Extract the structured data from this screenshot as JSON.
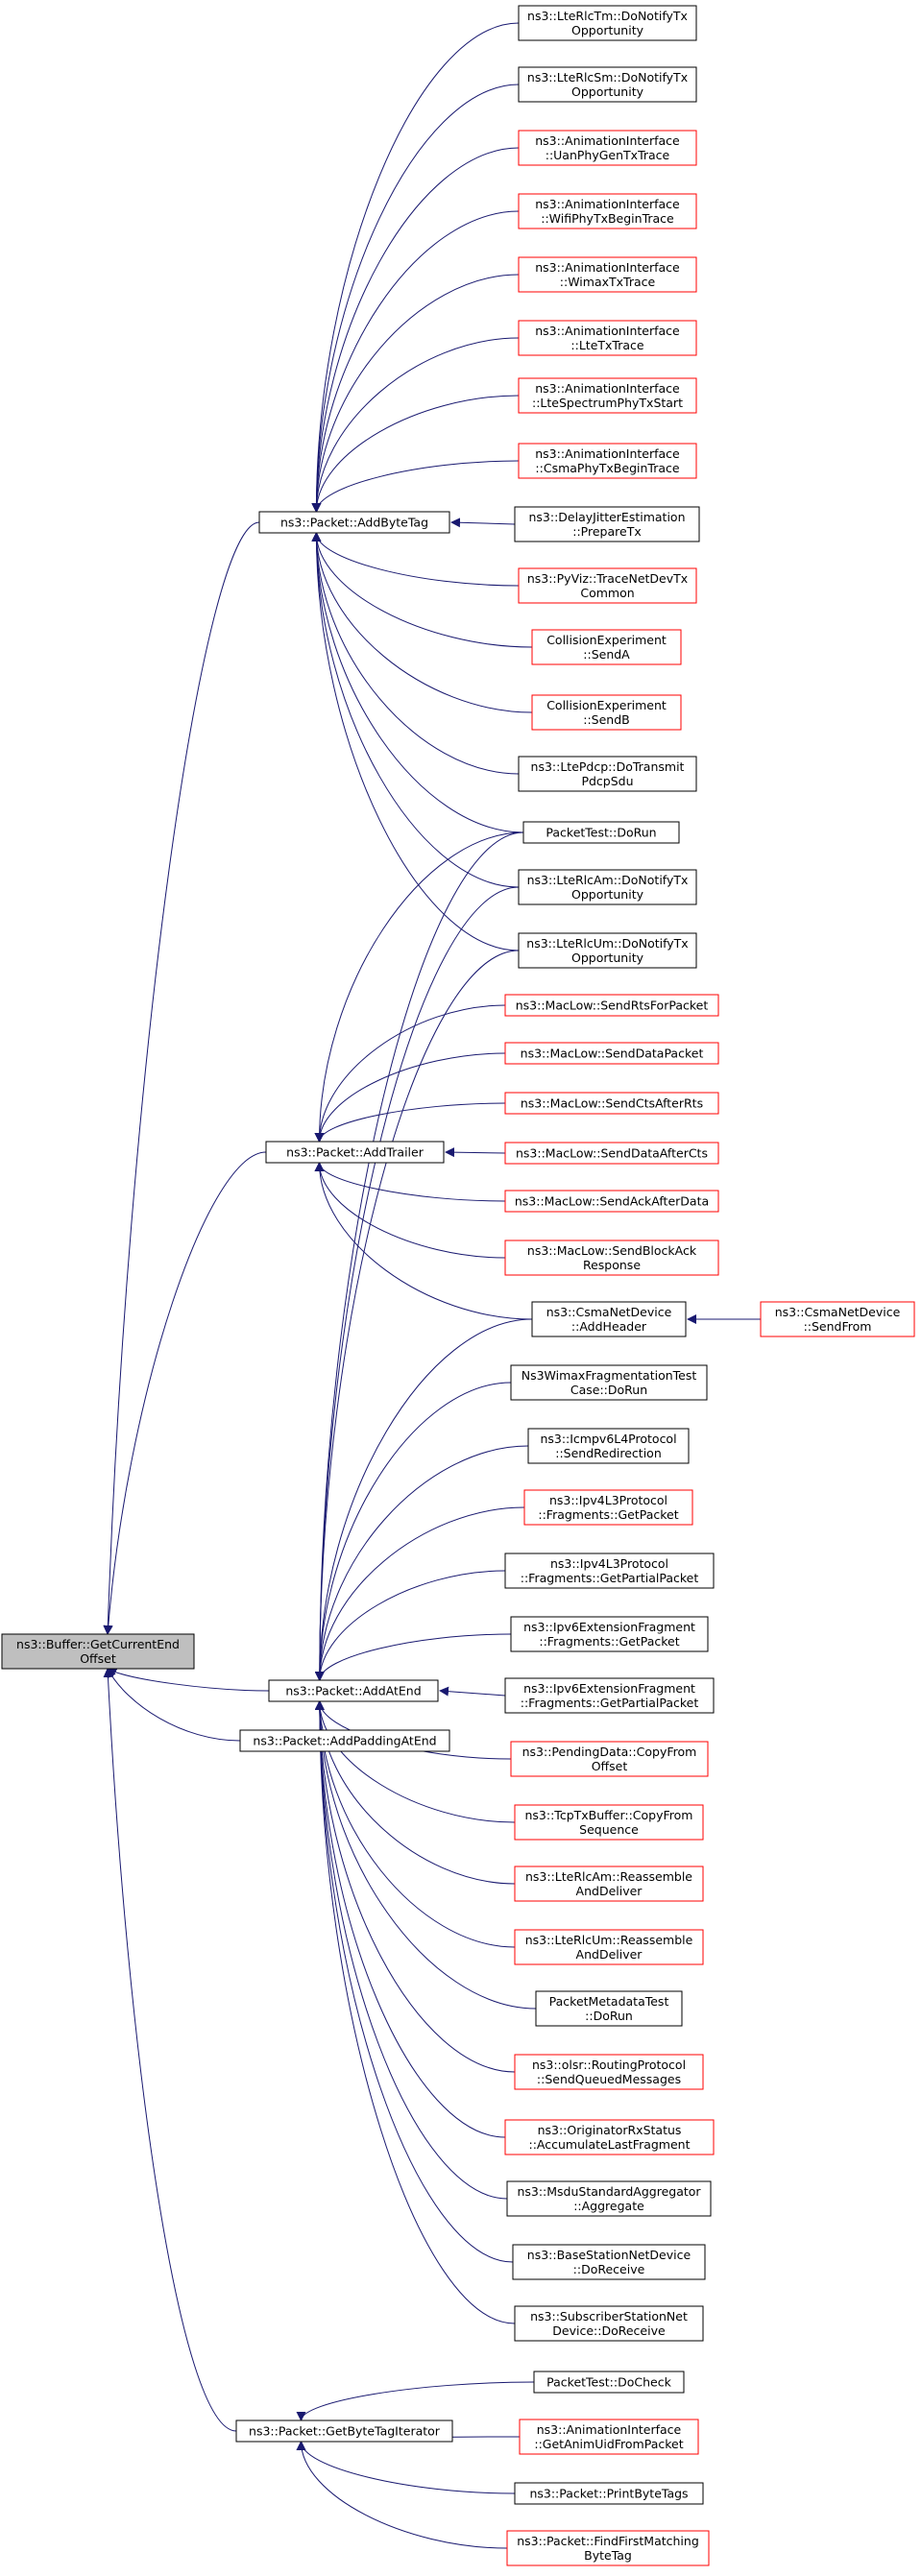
{
  "colors": {
    "edge": "#191970",
    "border_black": "#000000",
    "border_red": "#ff0000",
    "root_fill": "#bfbfbf",
    "node_fill": "#ffffff"
  },
  "root": {
    "id": "root",
    "lines": [
      "ns3::Buffer::GetCurrentEnd",
      "Offset"
    ]
  },
  "level1": [
    {
      "id": "addByteTag",
      "lines": [
        "ns3::Packet::AddByteTag"
      ]
    },
    {
      "id": "addTrailer",
      "lines": [
        "ns3::Packet::AddTrailer"
      ]
    },
    {
      "id": "addAtEnd",
      "lines": [
        "ns3::Packet::AddAtEnd"
      ]
    },
    {
      "id": "addPadding",
      "lines": [
        "ns3::Packet::AddPaddingAtEnd"
      ]
    },
    {
      "id": "getByteTagIter",
      "lines": [
        "ns3::Packet::GetByteTagIterator"
      ]
    }
  ],
  "callers": [
    {
      "id": "rlcTmNotify",
      "lines": [
        "ns3::LteRlcTm::DoNotifyTx",
        "Opportunity"
      ],
      "border": "black"
    },
    {
      "id": "rlcSmNotify",
      "lines": [
        "ns3::LteRlcSm::DoNotifyTx",
        "Opportunity"
      ],
      "border": "black"
    },
    {
      "id": "animUan",
      "lines": [
        "ns3::AnimationInterface",
        "::UanPhyGenTxTrace"
      ],
      "border": "red"
    },
    {
      "id": "animWifi",
      "lines": [
        "ns3::AnimationInterface",
        "::WifiPhyTxBeginTrace"
      ],
      "border": "red"
    },
    {
      "id": "animWimax",
      "lines": [
        "ns3::AnimationInterface",
        "::WimaxTxTrace"
      ],
      "border": "red"
    },
    {
      "id": "animLte",
      "lines": [
        "ns3::AnimationInterface",
        "::LteTxTrace"
      ],
      "border": "red"
    },
    {
      "id": "animLteSpec",
      "lines": [
        "ns3::AnimationInterface",
        "::LteSpectrumPhyTxStart"
      ],
      "border": "red"
    },
    {
      "id": "animCsma",
      "lines": [
        "ns3::AnimationInterface",
        "::CsmaPhyTxBeginTrace"
      ],
      "border": "red"
    },
    {
      "id": "delayJitter",
      "lines": [
        "ns3::DelayJitterEstimation",
        "::PrepareTx"
      ],
      "border": "black"
    },
    {
      "id": "pyViz",
      "lines": [
        "ns3::PyViz::TraceNetDevTx",
        "Common"
      ],
      "border": "red"
    },
    {
      "id": "collA",
      "lines": [
        "CollisionExperiment",
        "::SendA"
      ],
      "border": "red"
    },
    {
      "id": "collB",
      "lines": [
        "CollisionExperiment",
        "::SendB"
      ],
      "border": "red"
    },
    {
      "id": "ltePdcp",
      "lines": [
        "ns3::LtePdcp::DoTransmit",
        "PdcpSdu"
      ],
      "border": "black"
    },
    {
      "id": "packetTestRun",
      "lines": [
        "PacketTest::DoRun"
      ],
      "border": "black"
    },
    {
      "id": "rlcAmNotify",
      "lines": [
        "ns3::LteRlcAm::DoNotifyTx",
        "Opportunity"
      ],
      "border": "black"
    },
    {
      "id": "rlcUmNotify",
      "lines": [
        "ns3::LteRlcUm::DoNotifyTx",
        "Opportunity"
      ],
      "border": "black"
    },
    {
      "id": "macRts",
      "lines": [
        "ns3::MacLow::SendRtsForPacket"
      ],
      "border": "red"
    },
    {
      "id": "macData",
      "lines": [
        "ns3::MacLow::SendDataPacket"
      ],
      "border": "red"
    },
    {
      "id": "macCts",
      "lines": [
        "ns3::MacLow::SendCtsAfterRts"
      ],
      "border": "red"
    },
    {
      "id": "macDataCts",
      "lines": [
        "ns3::MacLow::SendDataAfterCts"
      ],
      "border": "red"
    },
    {
      "id": "macAck",
      "lines": [
        "ns3::MacLow::SendAckAfterData"
      ],
      "border": "red"
    },
    {
      "id": "macBlockAck",
      "lines": [
        "ns3::MacLow::SendBlockAck",
        "Response"
      ],
      "border": "red"
    },
    {
      "id": "csmaAddHeader",
      "lines": [
        "ns3::CsmaNetDevice",
        "::AddHeader"
      ],
      "border": "black"
    },
    {
      "id": "csmaSendFrom",
      "lines": [
        "ns3::CsmaNetDevice",
        "::SendFrom"
      ],
      "border": "red"
    },
    {
      "id": "wimaxFrag",
      "lines": [
        "Ns3WimaxFragmentationTest",
        "Case::DoRun"
      ],
      "border": "black"
    },
    {
      "id": "icmpv6",
      "lines": [
        "ns3::Icmpv6L4Protocol",
        "::SendRedirection"
      ],
      "border": "black"
    },
    {
      "id": "ipv4FragGet",
      "lines": [
        "ns3::Ipv4L3Protocol",
        "::Fragments::GetPacket"
      ],
      "border": "red"
    },
    {
      "id": "ipv4FragPartial",
      "lines": [
        "ns3::Ipv4L3Protocol",
        "::Fragments::GetPartialPacket"
      ],
      "border": "black"
    },
    {
      "id": "ipv6FragGet",
      "lines": [
        "ns3::Ipv6ExtensionFragment",
        "::Fragments::GetPacket"
      ],
      "border": "black"
    },
    {
      "id": "ipv6FragPartial",
      "lines": [
        "ns3::Ipv6ExtensionFragment",
        "::Fragments::GetPartialPacket"
      ],
      "border": "black"
    },
    {
      "id": "pendingCopy",
      "lines": [
        "ns3::PendingData::CopyFrom",
        "Offset"
      ],
      "border": "red"
    },
    {
      "id": "tcpTxCopy",
      "lines": [
        "ns3::TcpTxBuffer::CopyFrom",
        "Sequence"
      ],
      "border": "red"
    },
    {
      "id": "rlcAmReasm",
      "lines": [
        "ns3::LteRlcAm::Reassemble",
        "AndDeliver"
      ],
      "border": "red"
    },
    {
      "id": "rlcUmReasm",
      "lines": [
        "ns3::LteRlcUm::Reassemble",
        "AndDeliver"
      ],
      "border": "red"
    },
    {
      "id": "pktMetaTest",
      "lines": [
        "PacketMetadataTest",
        "::DoRun"
      ],
      "border": "black"
    },
    {
      "id": "olsrSend",
      "lines": [
        "ns3::olsr::RoutingProtocol",
        "::SendQueuedMessages"
      ],
      "border": "red"
    },
    {
      "id": "origRx",
      "lines": [
        "ns3::OriginatorRxStatus",
        "::AccumulateLastFragment"
      ],
      "border": "red"
    },
    {
      "id": "msduAgg",
      "lines": [
        "ns3::MsduStandardAggregator",
        "::Aggregate"
      ],
      "border": "black"
    },
    {
      "id": "bsReceive",
      "lines": [
        "ns3::BaseStationNetDevice",
        "::DoReceive"
      ],
      "border": "black"
    },
    {
      "id": "ssReceive",
      "lines": [
        "ns3::SubscriberStationNet",
        "Device::DoReceive"
      ],
      "border": "black"
    },
    {
      "id": "packetTestCheck",
      "lines": [
        "PacketTest::DoCheck"
      ],
      "border": "black"
    },
    {
      "id": "animGetUid",
      "lines": [
        "ns3::AnimationInterface",
        "::GetAnimUidFromPacket"
      ],
      "border": "red"
    },
    {
      "id": "printByteTags",
      "lines": [
        "ns3::Packet::PrintByteTags"
      ],
      "border": "black"
    },
    {
      "id": "findFirstTag",
      "lines": [
        "ns3::Packet::FindFirstMatching",
        "ByteTag"
      ],
      "border": "red"
    }
  ],
  "edges": [
    [
      "addByteTag",
      "root"
    ],
    [
      "addTrailer",
      "root"
    ],
    [
      "addAtEnd",
      "root"
    ],
    [
      "addPadding",
      "root"
    ],
    [
      "getByteTagIter",
      "root"
    ],
    [
      "rlcTmNotify",
      "addByteTag"
    ],
    [
      "rlcSmNotify",
      "addByteTag"
    ],
    [
      "animUan",
      "addByteTag"
    ],
    [
      "animWifi",
      "addByteTag"
    ],
    [
      "animWimax",
      "addByteTag"
    ],
    [
      "animLte",
      "addByteTag"
    ],
    [
      "animLteSpec",
      "addByteTag"
    ],
    [
      "animCsma",
      "addByteTag"
    ],
    [
      "delayJitter",
      "addByteTag"
    ],
    [
      "pyViz",
      "addByteTag"
    ],
    [
      "collA",
      "addByteTag"
    ],
    [
      "collB",
      "addByteTag"
    ],
    [
      "ltePdcp",
      "addByteTag"
    ],
    [
      "packetTestRun",
      "addByteTag"
    ],
    [
      "rlcAmNotify",
      "addByteTag"
    ],
    [
      "rlcUmNotify",
      "addByteTag"
    ],
    [
      "packetTestRun",
      "addTrailer"
    ],
    [
      "macRts",
      "addTrailer"
    ],
    [
      "macData",
      "addTrailer"
    ],
    [
      "macCts",
      "addTrailer"
    ],
    [
      "macDataCts",
      "addTrailer"
    ],
    [
      "macAck",
      "addTrailer"
    ],
    [
      "macBlockAck",
      "addTrailer"
    ],
    [
      "csmaAddHeader",
      "addTrailer"
    ],
    [
      "csmaSendFrom",
      "csmaAddHeader"
    ],
    [
      "packetTestRun",
      "addAtEnd"
    ],
    [
      "rlcAmNotify",
      "addAtEnd"
    ],
    [
      "rlcUmNotify",
      "addAtEnd"
    ],
    [
      "csmaAddHeader",
      "addAtEnd"
    ],
    [
      "wimaxFrag",
      "addAtEnd"
    ],
    [
      "icmpv6",
      "addAtEnd"
    ],
    [
      "ipv4FragGet",
      "addAtEnd"
    ],
    [
      "ipv4FragPartial",
      "addAtEnd"
    ],
    [
      "ipv6FragGet",
      "addAtEnd"
    ],
    [
      "ipv6FragPartial",
      "addAtEnd"
    ],
    [
      "pendingCopy",
      "addAtEnd"
    ],
    [
      "tcpTxCopy",
      "addAtEnd"
    ],
    [
      "rlcAmReasm",
      "addAtEnd"
    ],
    [
      "rlcUmReasm",
      "addAtEnd"
    ],
    [
      "pktMetaTest",
      "addAtEnd"
    ],
    [
      "olsrSend",
      "addAtEnd"
    ],
    [
      "origRx",
      "addAtEnd"
    ],
    [
      "msduAgg",
      "addAtEnd"
    ],
    [
      "bsReceive",
      "addAtEnd"
    ],
    [
      "ssReceive",
      "addAtEnd"
    ],
    [
      "packetTestCheck",
      "getByteTagIter"
    ],
    [
      "animGetUid",
      "getByteTagIter"
    ],
    [
      "printByteTags",
      "getByteTagIter"
    ],
    [
      "findFirstTag",
      "getByteTagIter"
    ]
  ]
}
